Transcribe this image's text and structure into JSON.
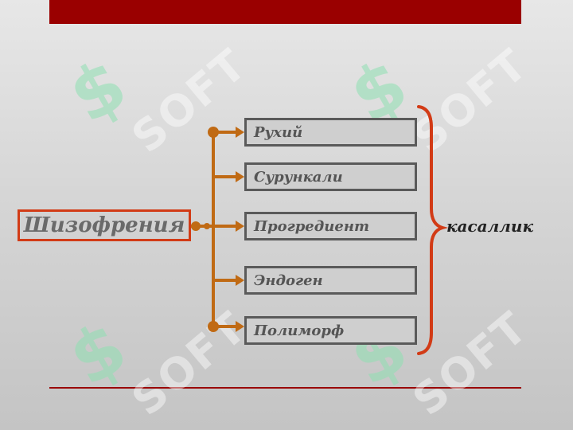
{
  "diagram": {
    "root": "Шизофрения",
    "branches": [
      "Рухий",
      "Сурункали",
      "Прогредиент",
      "Эндоген",
      "Полиморф"
    ],
    "brace_label": "касаллик"
  },
  "watermark": {
    "text": "SOFT",
    "glyph": "$"
  },
  "colors": {
    "header_bar": "#9a0000",
    "root_border": "#d23b16",
    "connector": "#c06a14",
    "brace": "#d23b16",
    "branch_border": "#5a5a5a"
  }
}
